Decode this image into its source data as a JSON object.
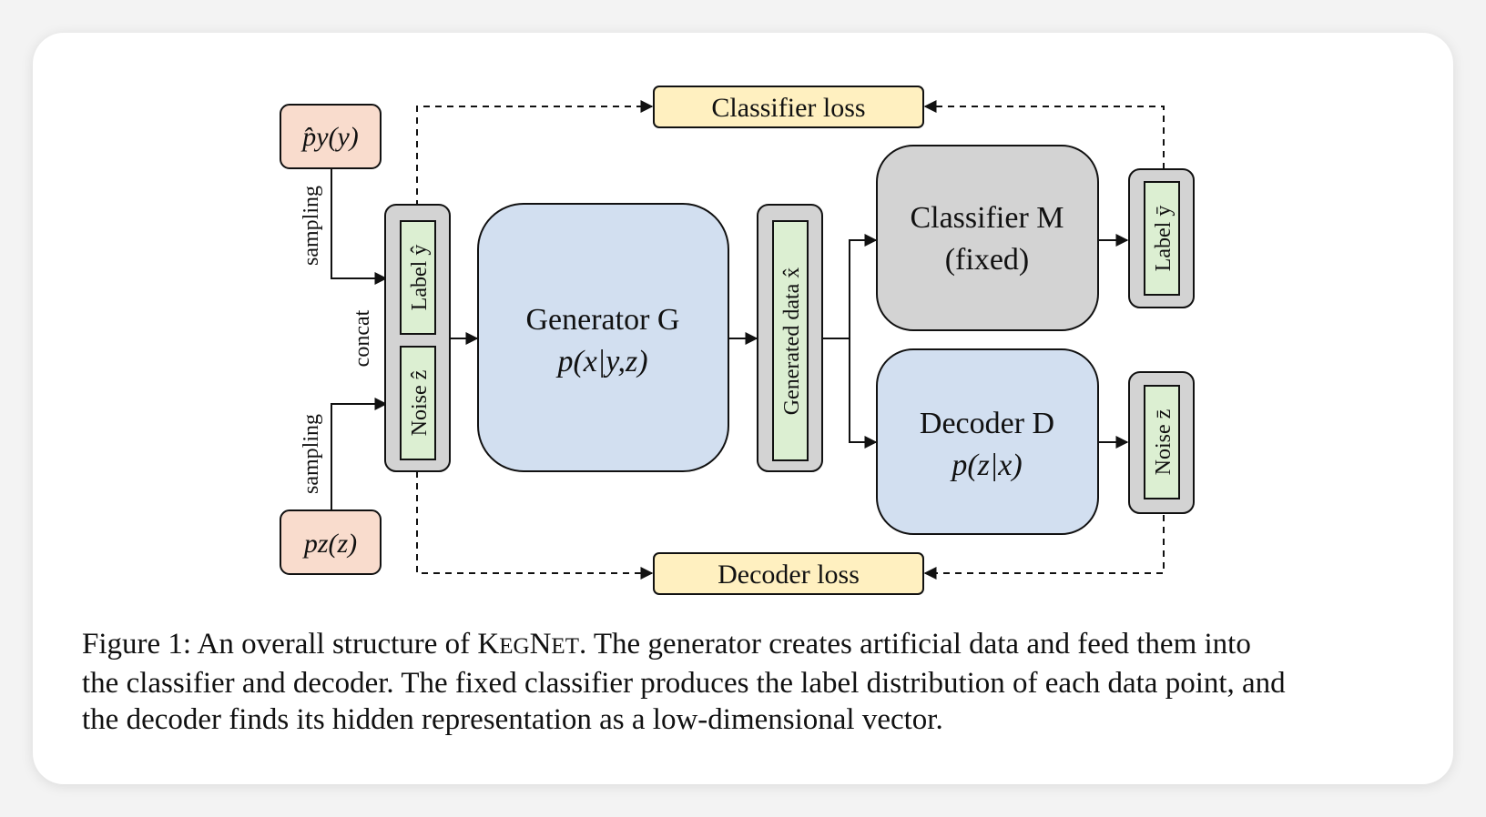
{
  "nodes": {
    "py": "p̂y(y)",
    "pz": "pz(z)",
    "label_y_hat": "Label ŷ",
    "noise_z_hat": "Noise ẑ",
    "generator_title": "Generator G",
    "generator_formula": "p(x|y,z)",
    "generated_data": "Generated data x̂",
    "classifier_title": "Classifier M",
    "classifier_sub": "(fixed)",
    "decoder_title": "Decoder D",
    "decoder_formula": "p(z|x)",
    "label_y_bar": "Label ȳ",
    "noise_z_bar": "Noise z̄",
    "classifier_loss": "Classifier loss",
    "decoder_loss": "Decoder loss"
  },
  "edges": {
    "sampling_top": "sampling",
    "sampling_bottom": "sampling",
    "concat": "concat"
  },
  "colors": {
    "orange_fill": "#f9dccd",
    "green_fill": "#dcefd2",
    "gray_fill": "#d3d3d3",
    "blue_fill": "#d2dff0",
    "yellow_fill": "#fff0c0"
  },
  "caption": {
    "prefix": "Figure 1: An overall structure of ",
    "name_k": "K",
    "name_eg": "EG",
    "name_n": "N",
    "name_et": "ET",
    "line1_rest": ". The generator creates artificial data and feed them into",
    "line2": "the classifier and decoder. The fixed classifier produces the label distribution of each data point, and",
    "line3": "the decoder finds its hidden representation as a low-dimensional vector."
  }
}
